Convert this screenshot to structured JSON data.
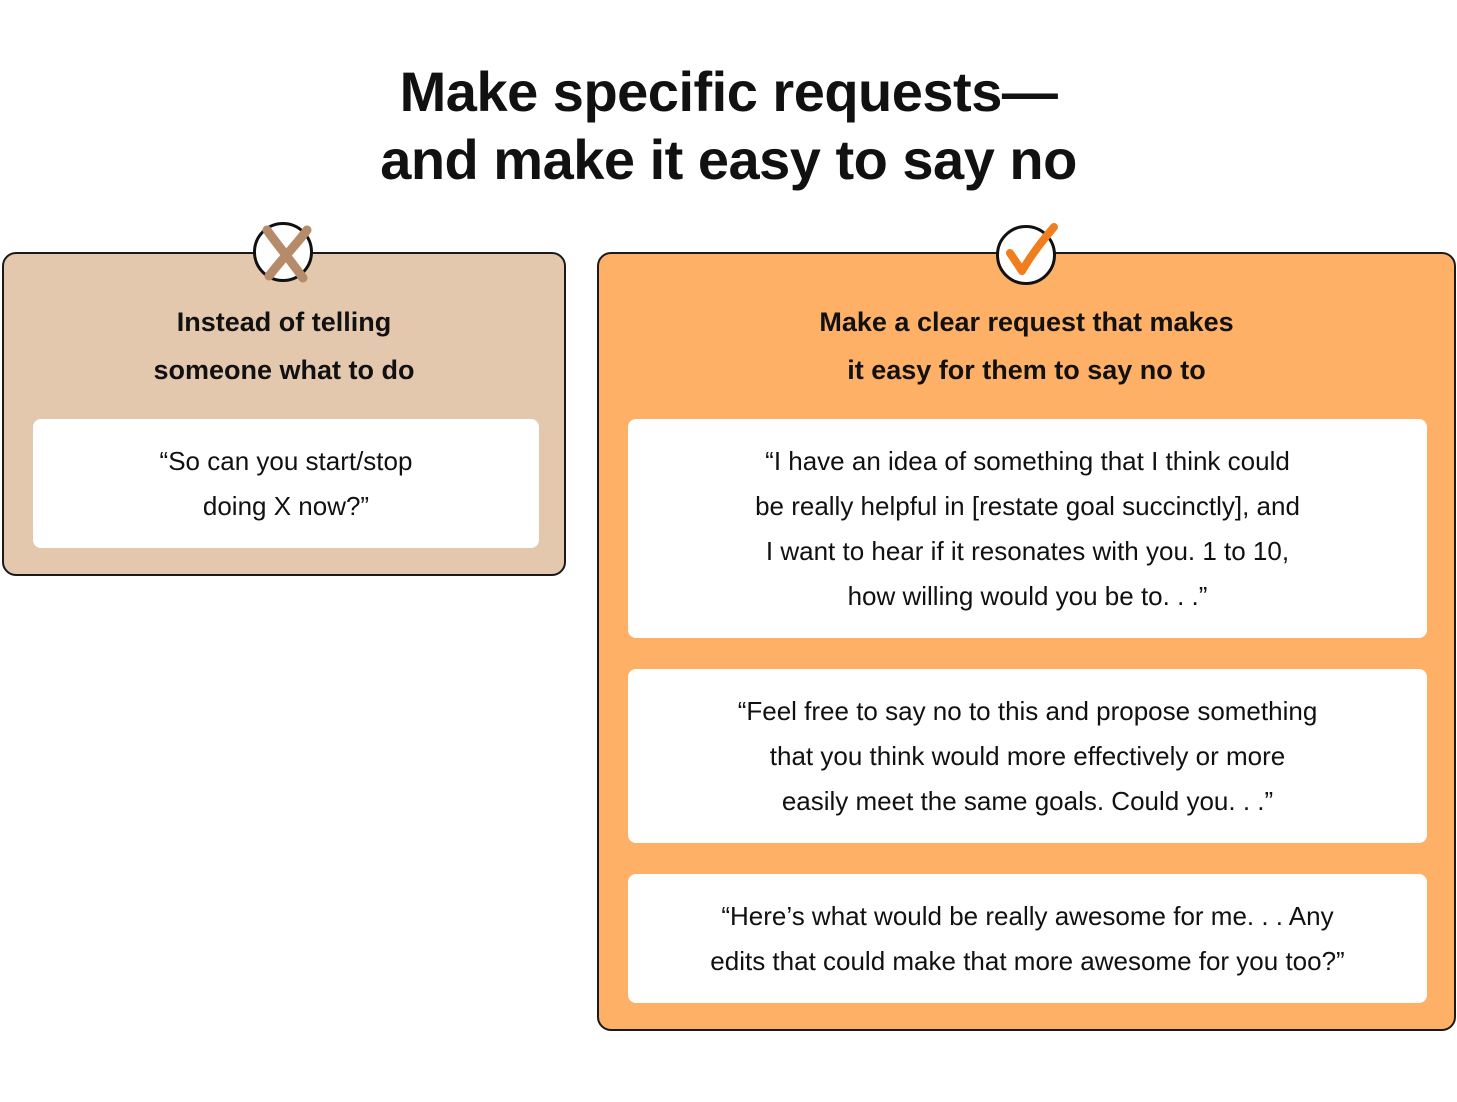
{
  "title": {
    "line1": "Make specific requests—",
    "line2": "and make it easy to say no"
  },
  "left_panel": {
    "icon": "x-mark-icon",
    "background": "#e4c8ae",
    "icon_color": "#b58b69",
    "heading_line1": "Instead of telling",
    "heading_line2": "someone what to do",
    "example": {
      "line1": "“So can you start/stop",
      "line2": "doing X now?”"
    }
  },
  "right_panel": {
    "icon": "check-mark-icon",
    "background": "#ffb067",
    "icon_color": "#f07d1e",
    "heading_line1": "Make a clear request that makes",
    "heading_line2": "it easy for them to say no to",
    "examples": [
      {
        "line1": "“I have an idea of something that I think could",
        "line2": "be really helpful in [restate goal succinctly], and",
        "line3": "I want to hear if it resonates with you. 1 to 10,",
        "line4": "how willing would you be to. . .”"
      },
      {
        "line1": "“Feel free to say no to this and propose something",
        "line2": "that you think would more effectively or more",
        "line3": "easily meet the same goals. Could you. . .”"
      },
      {
        "line1": "“Here’s what would be really awesome for me. . . Any",
        "line2": "edits that could make that more awesome for you too?”"
      }
    ]
  }
}
